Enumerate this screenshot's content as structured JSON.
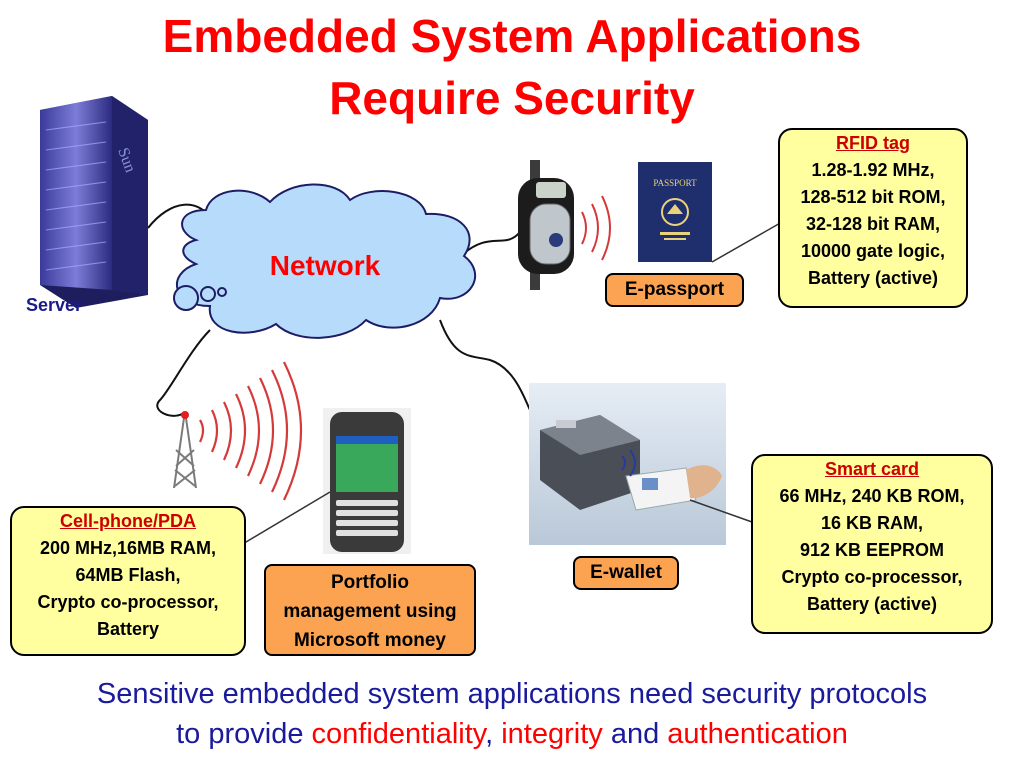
{
  "title": {
    "line1": "Embedded System Applications",
    "line2": "Require Security"
  },
  "network": {
    "label": "Network"
  },
  "server": {
    "label": "Server"
  },
  "rfid": {
    "heading": "RFID tag",
    "lines": [
      "1.28-1.92 MHz,",
      "128-512 bit ROM,",
      "32-128 bit RAM,",
      "10000 gate logic,",
      "Battery (active)"
    ]
  },
  "epassport": {
    "label": "E-passport",
    "cover_text": "PASSPORT"
  },
  "smartcard": {
    "heading": "Smart card",
    "lines": [
      "66 MHz, 240 KB ROM,",
      "16 KB RAM,",
      "912 KB EEPROM",
      "Crypto co-processor,",
      "Battery (active)"
    ]
  },
  "ewallet": {
    "label": "E-wallet"
  },
  "cellphone": {
    "heading": "Cell-phone/PDA",
    "lines": [
      "200 MHz,16MB RAM,",
      "64MB Flash,",
      "Crypto co-processor,",
      "Battery"
    ]
  },
  "portfolio": {
    "lines": [
      "Portfolio",
      "management using",
      "Microsoft money"
    ]
  },
  "bottom": {
    "line1": "Sensitive embedded system applications need security protocols",
    "line2_prefix": "to provide ",
    "word1": "confidentiality",
    "sep1": ", ",
    "word2": "integrity",
    "sep2": " and ",
    "word3": "authentication"
  },
  "colors": {
    "title": "#ff0000",
    "callout_fill": "#ffffa0",
    "orange_fill": "#fba351",
    "cloud_fill": "#b7dcfb",
    "bottom_text": "#1a1a9c",
    "signal": "#d43a3a"
  }
}
